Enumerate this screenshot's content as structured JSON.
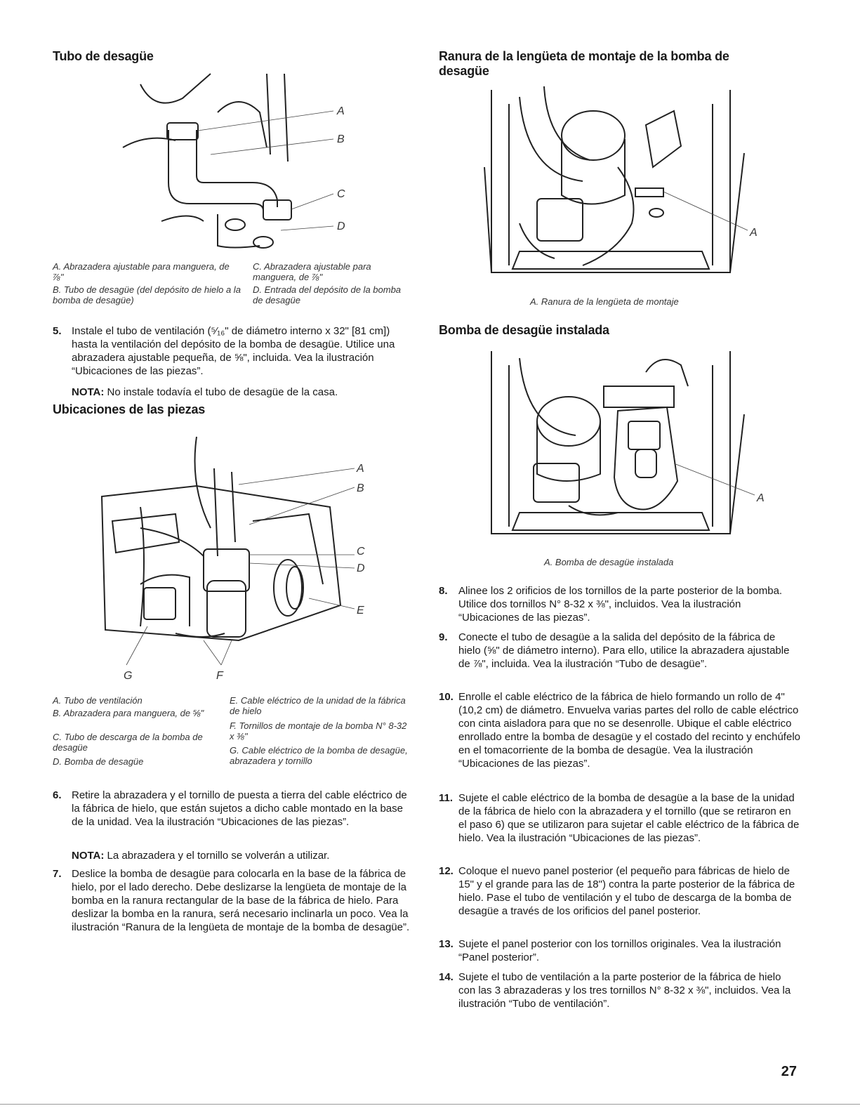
{
  "left": {
    "heading_tubo": "Tubo de desagüe",
    "fig1_labels": [
      "A",
      "B",
      "C",
      "D"
    ],
    "fig1_captions": [
      {
        "key": "A.",
        "text": "Abrazadera ajustable para manguera, de ⅞\""
      },
      {
        "key": "B.",
        "text": "Tubo de desagüe (del depósito de hielo a la bomba de desagüe)"
      },
      {
        "key": "C.",
        "text": "Abrazadera ajustable para manguera, de ⅞\""
      },
      {
        "key": "D.",
        "text": "Entrada del depósito de la bomba de desagüe"
      }
    ],
    "step5": {
      "num": "5.",
      "text": "Instale el tubo de ventilación (⁵⁄₁₆\" de diámetro interno x 32\" [81 cm]) hasta la ventilación del depósito de la bomba de desagüe. Utilice una abrazadera ajustable pequeña, de ⅝\", incluida. Vea la ilustración “Ubicaciones de las piezas”."
    },
    "note5": {
      "label": "NOTA:",
      "text": " No instale todavía el tubo de desagüe de la casa."
    },
    "heading_ubicaciones": "Ubicaciones de las piezas",
    "fig2_labels": [
      "A",
      "B",
      "C",
      "D",
      "E",
      "G",
      "F"
    ],
    "fig2_captions": [
      {
        "key": "A.",
        "text": "Tubo de ventilación"
      },
      {
        "key": "B.",
        "text": "Abrazadera para manguera, de ⅝\""
      },
      {
        "key": "C.",
        "text": "Tubo de descarga de la bomba de desagüe"
      },
      {
        "key": "D.",
        "text": "Bomba de desagüe"
      },
      {
        "key": "E.",
        "text": "Cable eléctrico de la unidad de la fábrica de hielo"
      },
      {
        "key": "F.",
        "text": "Tornillos de montaje de la bomba N° 8-32 x ⅜\""
      },
      {
        "key": "G.",
        "text": "Cable eléctrico de la bomba de desagüe, abrazadera y tornillo"
      }
    ],
    "step6": {
      "num": "6.",
      "text": "Retire la abrazadera y el tornillo de puesta a tierra del cable eléctrico de la fábrica de hielo, que están sujetos a dicho cable montado en la base de la unidad. Vea la ilustración “Ubicaciones de las piezas”."
    },
    "note6": {
      "label": "NOTA:",
      "text": " La abrazadera y el tornillo se volverán a utilizar."
    },
    "step7": {
      "num": "7.",
      "text": "Deslice la bomba de desagüe para colocarla en la base de la fábrica de hielo, por el lado derecho. Debe deslizarse la lengüeta de montaje de la bomba en la ranura rectangular de la base de la fábrica de hielo. Para deslizar la bomba en la ranura, será necesario inclinarla un poco. Vea la ilustración “Ranura de la lengüeta de montaje de la bomba de desagüe”."
    }
  },
  "right": {
    "heading_ranura": "Ranura de la lengüeta de montaje de la bomba de desagüe",
    "fig3_label": "A",
    "fig3_caption": "A. Ranura de la lengüeta de montaje",
    "heading_bomba": "Bomba de desagüe instalada",
    "fig4_label": "A",
    "fig4_caption": "A. Bomba de desagüe instalada",
    "steps": [
      {
        "num": "8.",
        "text": "Alinee los 2 orificios de los tornillos de la parte posterior de la bomba. Utilice dos tornillos N° 8-32 x ⅜\", incluidos. Vea la ilustración “Ubicaciones de las piezas”."
      },
      {
        "num": "9.",
        "text": "Conecte el tubo de desagüe a la salida del depósito de la fábrica de hielo (⅝\" de diámetro interno). Para ello, utilice la abrazadera ajustable de ⅞\", incluida. Vea la ilustración “Tubo de desagüe”."
      },
      {
        "num": "10.",
        "text": "Enrolle el cable eléctrico de la fábrica de hielo formando un rollo de 4\" (10,2 cm) de diámetro. Envuelva varias partes del rollo de cable eléctrico con cinta aisladora para que no se desenrolle. Ubique el cable eléctrico enrollado entre la bomba de desagüe y el costado del recinto y enchúfelo en el tomacorriente de la bomba de desagüe. Vea la ilustración “Ubicaciones de las piezas”."
      },
      {
        "num": "11.",
        "text": "Sujete el cable eléctrico de la bomba de desagüe a la base de la unidad de la fábrica de hielo con la abrazadera y el tornillo (que se retiraron en el paso 6) que se utilizaron para sujetar el cable eléctrico de la fábrica de hielo. Vea la ilustración “Ubicaciones de las piezas”."
      },
      {
        "num": "12.",
        "text": "Coloque el nuevo panel posterior (el pequeño para fábricas de hielo de 15\" y el grande para las de 18\") contra la parte posterior de la fábrica de hielo. Pase el tubo de ventilación y el tubo de descarga de la bomba de desagüe a través de los orificios del panel posterior."
      },
      {
        "num": "13.",
        "text": "Sujete el panel posterior con los tornillos originales. Vea la ilustración “Panel posterior”."
      },
      {
        "num": "14.",
        "text": "Sujete el tubo de ventilación a la parte posterior de la fábrica de hielo con las 3 abrazaderas y los tres tornillos N° 8-32 x ⅜\", incluidos. Vea la ilustración “Tubo de ventilación”."
      }
    ]
  },
  "page_number": "27"
}
